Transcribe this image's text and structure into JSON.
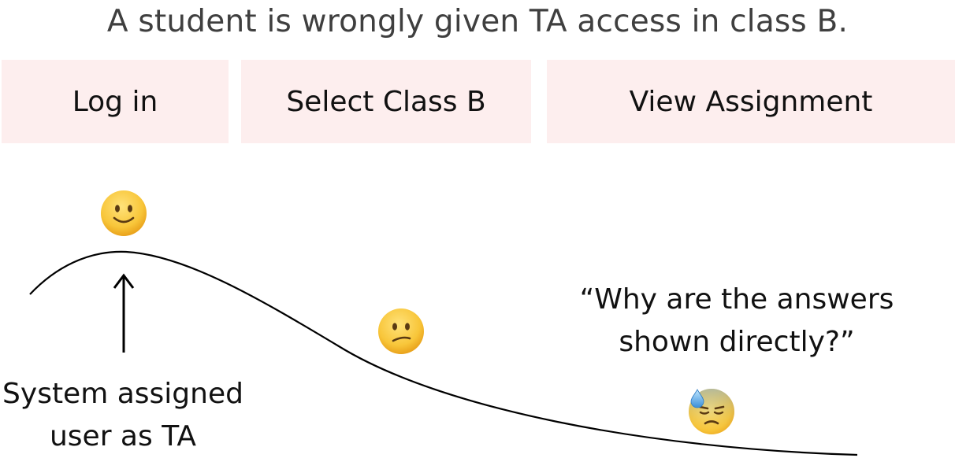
{
  "title": "A student is wrongly given TA access in class B.",
  "stages": [
    {
      "label": "Log in"
    },
    {
      "label": "Select Class B"
    },
    {
      "label": "View Assignment"
    }
  ],
  "annotations": {
    "left": {
      "line1": "System assigned",
      "line2": "user as TA"
    },
    "right": {
      "line1": "“Why are the answers",
      "line2": "shown directly?”"
    }
  },
  "emotions": [
    {
      "icon": "slightly-smiling-face-icon",
      "stage": "Log in"
    },
    {
      "icon": "confused-face-icon",
      "stage": "Select Class B"
    },
    {
      "icon": "downcast-face-with-sweat-icon",
      "stage": "View Assignment"
    }
  ],
  "colors": {
    "stage_background": "#fdeeee",
    "title_text": "#3f3f3f",
    "curve": "#000000",
    "emoji_face": "#f6c23a"
  }
}
